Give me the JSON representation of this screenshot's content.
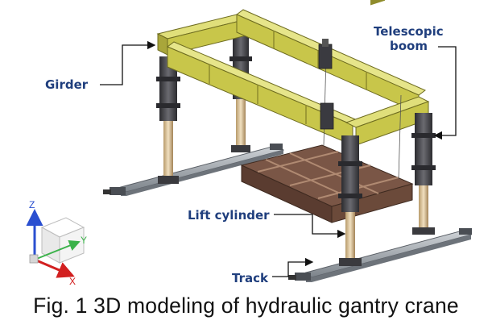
{
  "labels": {
    "girder": "Girder",
    "telescopic_boom_line1": "Telescopic",
    "telescopic_boom_line2": "boom",
    "lift_cylinder": "Lift cylinder",
    "track": "Track"
  },
  "axes": {
    "x": "X",
    "y": "Y",
    "z": "Z"
  },
  "caption": "Fig. 1 3D modeling of hydraulic gantry crane",
  "colors": {
    "girder": "#c8c64a",
    "column": "#3f3f44",
    "track": "#9aa0a6",
    "load_frame": "#6b4a3a",
    "label_text": "#1f3e7d",
    "axis_x": "#d22020",
    "axis_y": "#3bb24a",
    "axis_z": "#2a4fd0"
  }
}
